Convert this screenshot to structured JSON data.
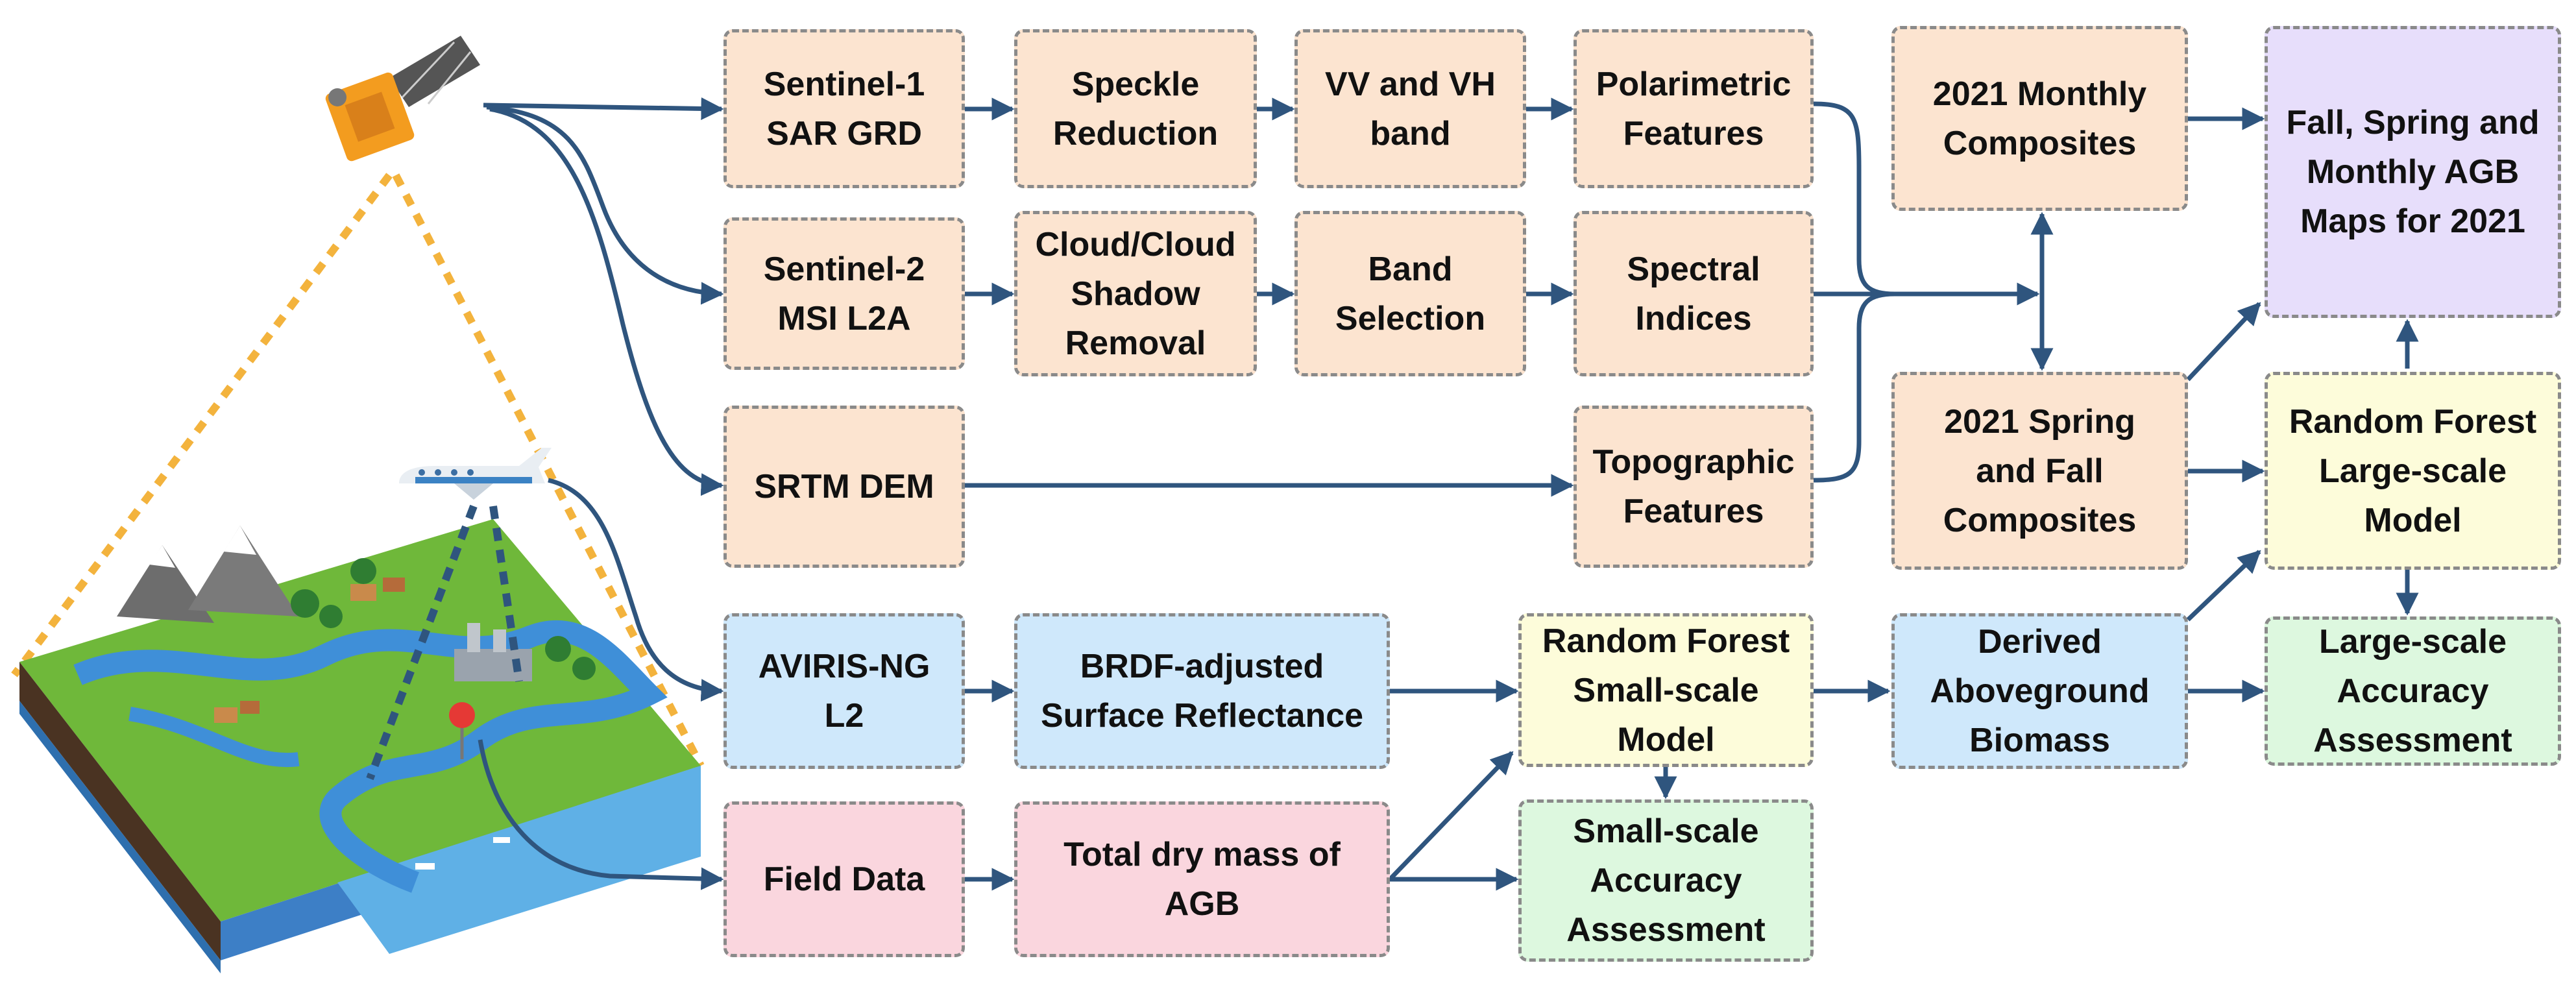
{
  "colors": {
    "peach": "#fce4d0",
    "purple": "#e7defb",
    "yellow": "#fdfcda",
    "green": "#ddf8df",
    "blue": "#cfe8fb",
    "pink": "#fad6de",
    "arrow": "#2f557e",
    "border": "#8a8a8a"
  },
  "boxes": {
    "s1": {
      "label": "Sentinel-1\nSAR GRD",
      "color": "peach"
    },
    "speckle": {
      "label": "Speckle\nReduction",
      "color": "peach"
    },
    "vvvh": {
      "label": "VV and VH\nband",
      "color": "peach"
    },
    "polar": {
      "label": "Polarimetric\nFeatures",
      "color": "peach"
    },
    "s2": {
      "label": "Sentinel-2\nMSI L2A",
      "color": "peach"
    },
    "cloud": {
      "label": "Cloud/Cloud\nShadow\nRemoval",
      "color": "peach"
    },
    "band": {
      "label": "Band\nSelection",
      "color": "peach"
    },
    "spectral": {
      "label": "Spectral\nIndices",
      "color": "peach"
    },
    "srtm": {
      "label": "SRTM DEM",
      "color": "peach"
    },
    "topo": {
      "label": "Topographic\nFeatures",
      "color": "peach"
    },
    "monthly": {
      "label": "2021 Monthly\nComposites",
      "color": "peach"
    },
    "springfall": {
      "label": "2021 Spring\nand Fall\nComposites",
      "color": "peach"
    },
    "maps": {
      "label": "Fall, Spring and\nMonthly AGB\nMaps for 2021",
      "color": "purple"
    },
    "rflarge": {
      "label": "Random Forest\nLarge-scale\nModel",
      "color": "yellow"
    },
    "acclarge": {
      "label": "Large-scale\nAccuracy\nAssessment",
      "color": "green"
    },
    "aviris": {
      "label": "AVIRIS-NG\nL2",
      "color": "blue"
    },
    "brdf": {
      "label": "BRDF-adjusted\nSurface Reflectance",
      "color": "blue"
    },
    "rfsmall": {
      "label": "Random Forest\nSmall-scale\nModel",
      "color": "yellow"
    },
    "derived": {
      "label": "Derived\nAboveground\nBiomass",
      "color": "blue"
    },
    "field": {
      "label": "Field Data",
      "color": "pink"
    },
    "drymass": {
      "label": "Total dry mass of\nAGB",
      "color": "pink"
    },
    "accsmall": {
      "label": "Small-scale\nAccuracy\nAssessment",
      "color": "green"
    }
  },
  "icons": [
    "satellite-icon",
    "airplane-icon",
    "landscape-illustration",
    "location-pin-icon"
  ]
}
